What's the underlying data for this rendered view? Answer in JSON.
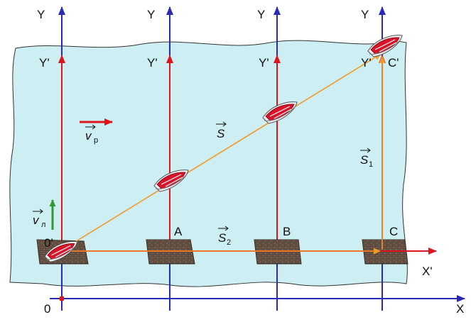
{
  "axes": {
    "y_labels": [
      "Y",
      "Y",
      "Y",
      "Y"
    ],
    "y_prime_labels": [
      "Y'",
      "Y'",
      "Y'",
      "Y'"
    ],
    "x_label": "X",
    "x_prime_label": "X'",
    "origin_label": "0",
    "origin_prime_label": "0'"
  },
  "points": {
    "a": "A",
    "b": "B",
    "c": "C",
    "c_prime": "C'"
  },
  "vectors": {
    "s": "S",
    "s1": "S",
    "s1_sub": "1",
    "s2": "S",
    "s2_sub": "2",
    "v_river": "v",
    "v_river_sub": "р",
    "v_boat": "v",
    "v_boat_sub": "л"
  },
  "colors": {
    "water": "#cdeef2",
    "axis_blue": "#2a2ab8",
    "red": "#e0141c",
    "orange": "#f39a2a",
    "green": "#2f9a2f",
    "raft": "#6b5648"
  }
}
